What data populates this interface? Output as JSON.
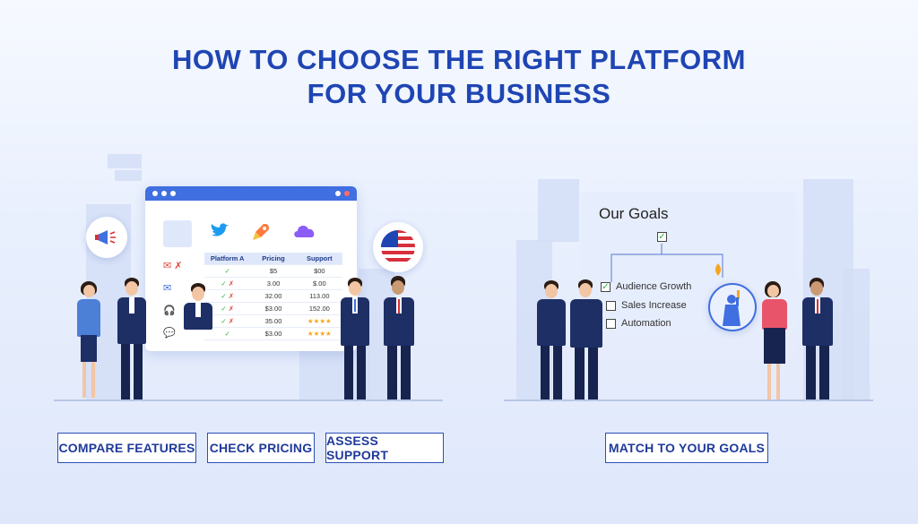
{
  "title": {
    "line1": "HOW TO CHOOSE THE RIGHT PLATFORM",
    "line2": "FOR YOUR BUSINESS"
  },
  "comparison_table": {
    "headers": [
      "Platform A",
      "Pricing",
      "Support"
    ],
    "rows": [
      {
        "a": "✓",
        "pricing": "$5",
        "support": "$00"
      },
      {
        "a": "✓ ✗",
        "pricing": "3.00",
        "support": "$.00"
      },
      {
        "a": "✓ ✗",
        "pricing": "32.00",
        "support": "113.00"
      },
      {
        "a": "✓ ✗",
        "pricing": "$3.00",
        "support": "152.00"
      },
      {
        "a": "✓ ✗",
        "pricing": "35.00",
        "support": "★★★★"
      },
      {
        "a": "✓",
        "pricing": "$3.00",
        "support": "★★★★"
      }
    ]
  },
  "goals": {
    "title": "Our Goals",
    "items": [
      {
        "label": "Audience Growth",
        "checked": true
      },
      {
        "label": "Sales Increase",
        "checked": false
      },
      {
        "label": "Automation",
        "checked": false
      }
    ]
  },
  "tags": {
    "compare": "COMPARE FEATURES",
    "pricing": "CHECK PRICING",
    "support": "ASSESS SUPPORT",
    "goals": "MATCH TO YOUR GOALS"
  },
  "colors": {
    "title": "#1f45b3",
    "browser_bar": "#3f6fe0",
    "check": "#2fae3d",
    "cross": "#e04a3a",
    "suit": "#1e2f66"
  },
  "icons": [
    "megaphone-icon",
    "twitter-bird-icon",
    "rocket-icon",
    "cloud-icon",
    "us-flag-icon",
    "mail-icon",
    "headset-icon",
    "chat-icon",
    "statue-of-liberty-icon"
  ]
}
